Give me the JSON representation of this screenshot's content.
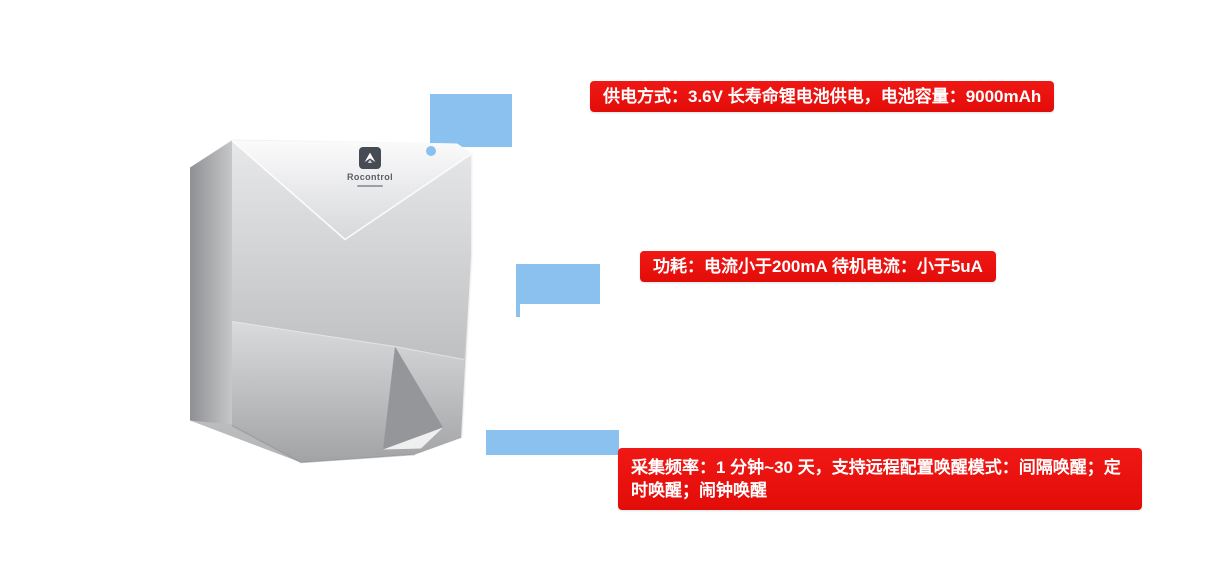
{
  "device": {
    "alt": "silver faceted wireless data-collector device, front three-quarter render",
    "logo": {
      "brand": "Rocontrol"
    }
  },
  "connectors": {
    "color": "#8ac1ef",
    "count": 3
  },
  "callouts": {
    "background": "#e60f0c",
    "text_color": "#ffffff",
    "items": [
      {
        "id": "power-supply",
        "text": "供电方式：3.6V 长寿命锂电池供电，电池容量：9000mAh"
      },
      {
        "id": "power-consumption",
        "text": "功耗：电流小于200mA 待机电流：小于5uA"
      },
      {
        "id": "sampling-frequency",
        "text": "采集频率：1 分钟~30 天，支持远程配置唤醒模式：间隔唤醒；定时唤醒；闹钟唤醒"
      }
    ]
  }
}
